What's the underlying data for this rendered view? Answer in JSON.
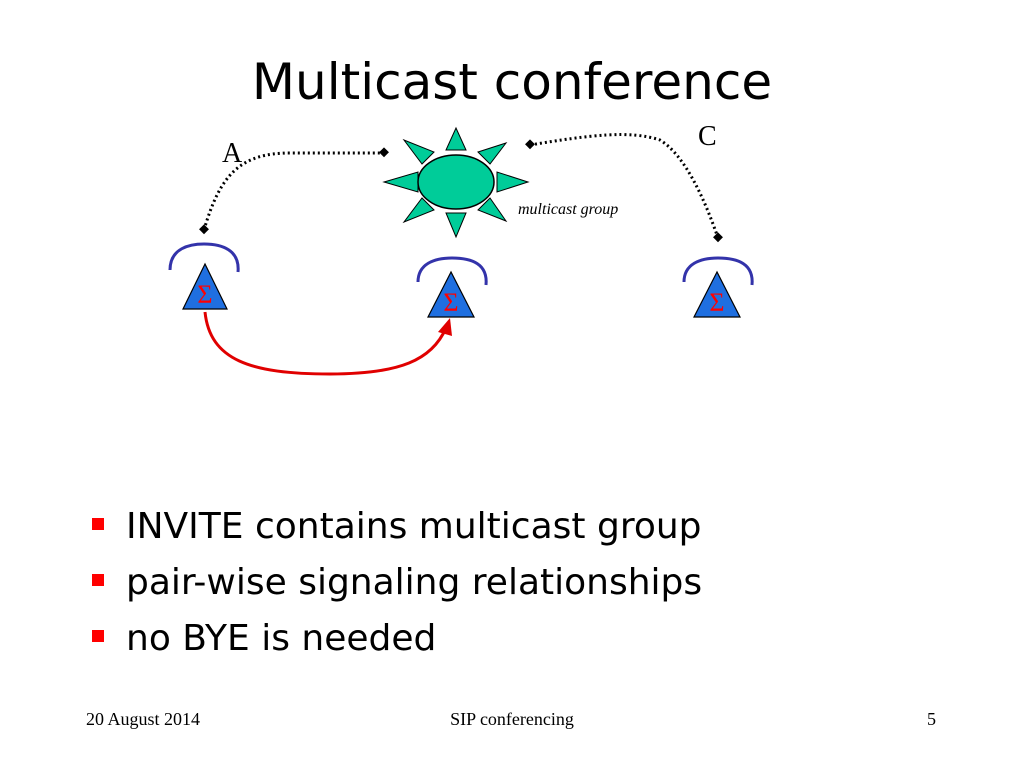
{
  "slide": {
    "title": "Multicast conference",
    "bullets": [
      "INVITE contains multicast group",
      "pair-wise signaling relationships",
      "no BYE is needed"
    ],
    "footer": {
      "date": "20 August 2014",
      "center": "SIP conferencing",
      "page": "5"
    }
  },
  "diagram": {
    "multicast_group_label": "multicast group",
    "participants": [
      {
        "label": "A",
        "symbol": "Σ"
      },
      {
        "label": "",
        "symbol": "Σ"
      },
      {
        "label": "C",
        "symbol": "Σ"
      }
    ],
    "colors": {
      "sun_body": "#00cc99",
      "participant_fill": "#1f6fe0",
      "participant_symbol": "#ff0000",
      "arc": "#3333aa",
      "invite_arrow": "#e00000",
      "bullet": "#ff0000"
    },
    "icons": [
      "multicast-sun-icon",
      "participant-triangle-icon",
      "signal-arc-icon"
    ]
  }
}
